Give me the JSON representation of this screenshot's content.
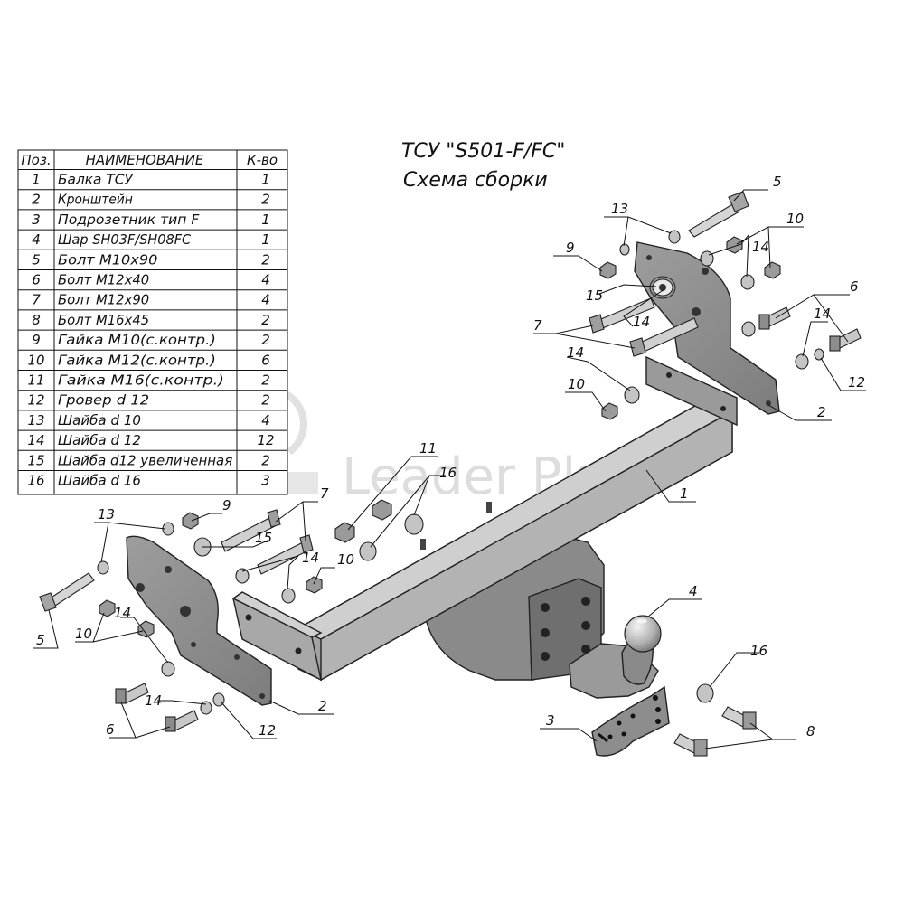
{
  "title": {
    "line1": "ТСУ \"S501-F/FC\"",
    "line2": "Схема сборки"
  },
  "watermark": "Leader Plus",
  "table": {
    "headers": {
      "pos": "Поз.",
      "name": "НАИМЕНОВАНИЕ",
      "qty": "К-во"
    },
    "rows": [
      {
        "pos": "1",
        "name": "Балка ТСУ",
        "qty": "1"
      },
      {
        "pos": "2",
        "name": "Кронштейн",
        "qty": "2"
      },
      {
        "pos": "3",
        "name": "Подрозетник тип F",
        "qty": "1"
      },
      {
        "pos": "4",
        "name": "Шар SH03F/SH08FC",
        "qty": "1"
      },
      {
        "pos": "5",
        "name": "Болт  М10х90",
        "qty": "2"
      },
      {
        "pos": "6",
        "name": "Болт М12х40",
        "qty": "4"
      },
      {
        "pos": "7",
        "name": "Болт М12х90",
        "qty": "4"
      },
      {
        "pos": "8",
        "name": "Болт М16х45",
        "qty": "2"
      },
      {
        "pos": "9",
        "name": "Гайка М10(с.контр.)",
        "qty": "2"
      },
      {
        "pos": "10",
        "name": "Гайка М12(с.контр.)",
        "qty": "6"
      },
      {
        "pos": "11",
        "name": "Гайка  М16(с.контр.)",
        "qty": "2"
      },
      {
        "pos": "12",
        "name": "Гровер d 12",
        "qty": "2"
      },
      {
        "pos": "13",
        "name": "Шайба d 10",
        "qty": "4"
      },
      {
        "pos": "14",
        "name": "Шайба d 12",
        "qty": "12"
      },
      {
        "pos": "15",
        "name": "Шайба d12 увеличенная",
        "qty": "2"
      },
      {
        "pos": "16",
        "name": "Шайба d 16",
        "qty": "3"
      }
    ]
  },
  "callouts": [
    {
      "n": "1"
    },
    {
      "n": "2"
    },
    {
      "n": "2"
    },
    {
      "n": "3"
    },
    {
      "n": "4"
    },
    {
      "n": "5"
    },
    {
      "n": "5"
    },
    {
      "n": "6"
    },
    {
      "n": "6"
    },
    {
      "n": "7"
    },
    {
      "n": "7"
    },
    {
      "n": "8"
    },
    {
      "n": "9"
    },
    {
      "n": "9"
    },
    {
      "n": "10"
    },
    {
      "n": "10"
    },
    {
      "n": "10"
    },
    {
      "n": "10"
    },
    {
      "n": "11"
    },
    {
      "n": "12"
    },
    {
      "n": "12"
    },
    {
      "n": "13"
    },
    {
      "n": "13"
    },
    {
      "n": "14"
    },
    {
      "n": "14"
    },
    {
      "n": "14"
    },
    {
      "n": "14"
    },
    {
      "n": "14"
    },
    {
      "n": "14"
    },
    {
      "n": "14"
    },
    {
      "n": "15"
    },
    {
      "n": "15"
    },
    {
      "n": "16"
    },
    {
      "n": "16"
    }
  ],
  "colors": {
    "metal_light": "#b9b9b9",
    "metal_mid": "#8e8e8e",
    "metal_dark": "#5a5a5a",
    "ink": "#111111",
    "watermark": "#bdbdbd"
  }
}
